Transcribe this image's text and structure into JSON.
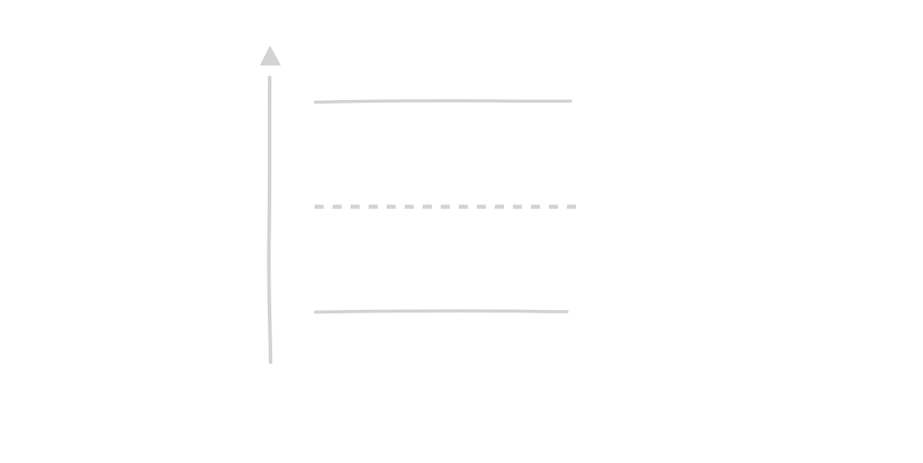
{
  "diagram": {
    "style": "hand-drawn sketch",
    "background_color": "#ffffff",
    "stroke_color": "#d3d3d3",
    "elements": [
      {
        "id": "vertical-axis-arrow",
        "kind": "arrow",
        "direction": "up",
        "line_style": "solid"
      },
      {
        "id": "upper-line",
        "kind": "line",
        "orientation": "horizontal",
        "line_style": "solid"
      },
      {
        "id": "middle-line",
        "kind": "line",
        "orientation": "horizontal",
        "line_style": "dashed"
      },
      {
        "id": "lower-line",
        "kind": "line",
        "orientation": "horizontal",
        "line_style": "solid"
      }
    ]
  }
}
